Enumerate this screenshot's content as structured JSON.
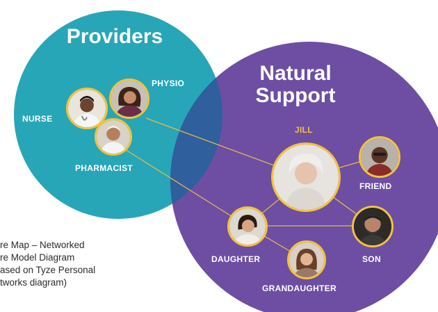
{
  "providers": {
    "title": "Providers",
    "members": [
      {
        "label": "NURSE",
        "icon": "nurse-portrait"
      },
      {
        "label": "PHYSIO",
        "icon": "physio-portrait"
      },
      {
        "label": "PHARMACIST",
        "icon": "pharmacist-portrait"
      }
    ]
  },
  "natural_support": {
    "title_line1": "Natural",
    "title_line2": "Support",
    "center": {
      "label": "JILL",
      "icon": "jill-portrait"
    },
    "members": [
      {
        "label": "FRIEND",
        "icon": "friend-portrait"
      },
      {
        "label": "DAUGHTER",
        "icon": "daughter-portrait"
      },
      {
        "label": "SON",
        "icon": "son-portrait"
      },
      {
        "label": "GRANDAUGHTER",
        "icon": "granddaughter-portrait"
      }
    ]
  },
  "caption": {
    "line1": "re Map – Networked",
    "line2": "re Model Diagram",
    "line3": "ased on Tyze Personal",
    "line4": "tworks diagram)"
  },
  "colors": {
    "providers_circle": "#27a6b8",
    "support_circle": "#6d4ea3",
    "overlap": "#2f5f9c",
    "connector": "#e6b84a",
    "jill_label": "#f4c33a"
  }
}
